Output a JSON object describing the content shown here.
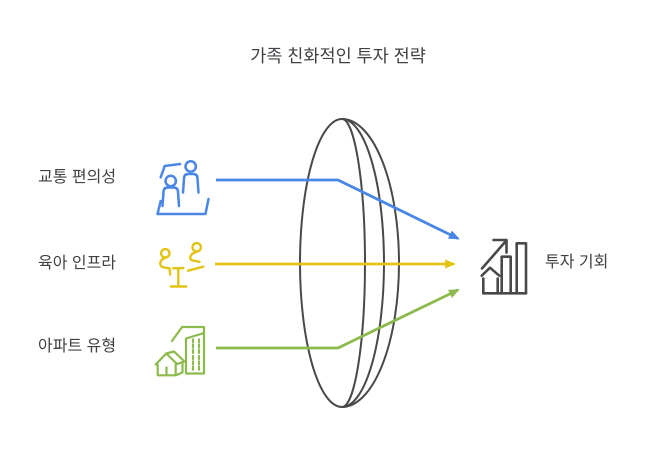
{
  "diagram_type": "lens-focus-diagram",
  "title": "가족 친화적인 투자 전략",
  "inputs": [
    {
      "label": "교통 편의성",
      "icon": "transport-people-icon",
      "color": "#4a86e8"
    },
    {
      "label": "육아 인프라",
      "icon": "childcare-seesaw-icon",
      "color": "#e3c313"
    },
    {
      "label": "아파트 유형",
      "icon": "apartment-buildings-icon",
      "color": "#8cba4d"
    }
  ],
  "output": {
    "label": "투자 기회",
    "icon": "investment-growth-icon"
  },
  "lens": {
    "shape": "convex-lens-3d",
    "stroke_color": "#48494b"
  },
  "colors": {
    "background": "#ffffff",
    "text": "#3f4245",
    "blue": "#4a86e8",
    "yellow": "#e3c313",
    "green": "#8cba4d",
    "dark": "#48494b"
  }
}
